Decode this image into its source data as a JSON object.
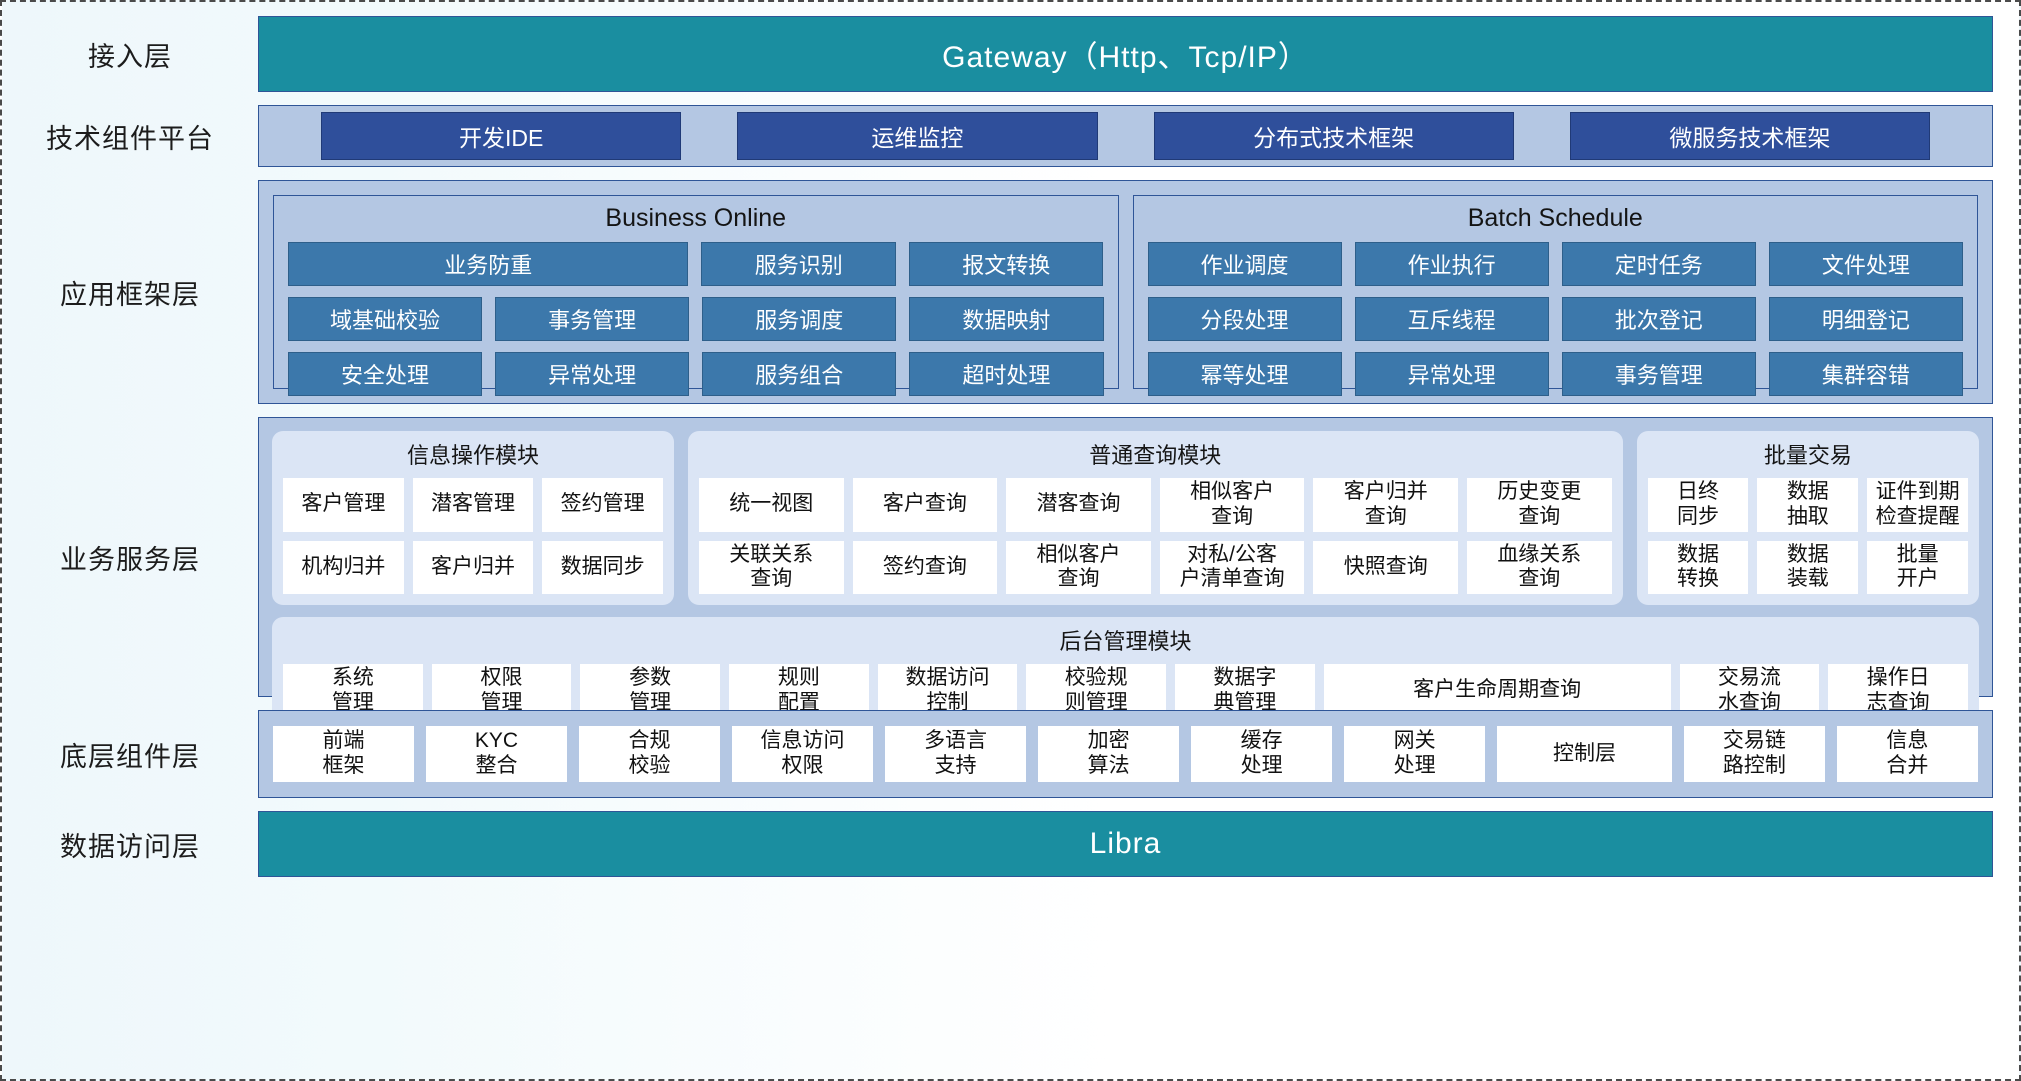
{
  "diagram": {
    "title": "Customer Information Platform Layered Architecture",
    "colors": {
      "teal": "#1a8ea0",
      "panel_blue": "#b4c7e3",
      "chip_navy": "#2f4f9b",
      "cell_blue": "#3c78ab",
      "module_bg": "#dbe5f5",
      "border": "#2f5597",
      "white_cell": "#ffffff"
    }
  },
  "layers": [
    {
      "label": "接入层"
    },
    {
      "label": "技术组件平台"
    },
    {
      "label": "应用框架层"
    },
    {
      "label": "业务服务层"
    },
    {
      "label": "底层组件层"
    },
    {
      "label": "数据访问层"
    }
  ],
  "access_layer": {
    "label": "接入层",
    "bar_text": "Gateway（Http、Tcp/IP）"
  },
  "tech_platform": {
    "label": "技术组件平台",
    "items": [
      "开发IDE",
      "运维监控",
      "分布式技术框架",
      "微服务技术框架"
    ]
  },
  "app_framework": {
    "label": "应用框架层",
    "groups": [
      {
        "title": "Business Online",
        "rows": [
          [
            {
              "text": "业务防重",
              "span": 2
            },
            {
              "text": "服务识别",
              "span": 1
            },
            {
              "text": "报文转换",
              "span": 1
            }
          ],
          [
            {
              "text": "域基础校验",
              "span": 1
            },
            {
              "text": "事务管理",
              "span": 1
            },
            {
              "text": "服务调度",
              "span": 1
            },
            {
              "text": "数据映射",
              "span": 1
            }
          ],
          [
            {
              "text": "安全处理",
              "span": 1
            },
            {
              "text": "异常处理",
              "span": 1
            },
            {
              "text": "服务组合",
              "span": 1
            },
            {
              "text": "超时处理",
              "span": 1
            }
          ]
        ]
      },
      {
        "title": "Batch Schedule",
        "rows": [
          [
            {
              "text": "作业调度",
              "span": 1
            },
            {
              "text": "作业执行",
              "span": 1
            },
            {
              "text": "定时任务",
              "span": 1
            },
            {
              "text": "文件处理",
              "span": 1
            }
          ],
          [
            {
              "text": "分段处理",
              "span": 1
            },
            {
              "text": "互斥线程",
              "span": 1
            },
            {
              "text": "批次登记",
              "span": 1
            },
            {
              "text": "明细登记",
              "span": 1
            }
          ],
          [
            {
              "text": "幂等处理",
              "span": 1
            },
            {
              "text": "异常处理",
              "span": 1
            },
            {
              "text": "事务管理",
              "span": 1
            },
            {
              "text": "集群容错",
              "span": 1
            }
          ]
        ]
      }
    ]
  },
  "business_service": {
    "label": "业务服务层",
    "modules": [
      {
        "title": "信息操作模块",
        "rows": [
          [
            "客户管理",
            "潜客管理",
            "签约管理"
          ],
          [
            "机构归并",
            "客户归并",
            "数据同步"
          ]
        ]
      },
      {
        "title": "普通查询模块",
        "rows": [
          [
            "统一视图",
            "客户查询",
            "潜客查询",
            "相似客户\n查询",
            "客户归并\n查询",
            "历史变更\n查询"
          ],
          [
            "关联关系\n查询",
            "签约查询",
            "相似客户\n查询",
            "对私/公客\n户清单查询",
            "快照查询",
            "血缘关系\n查询"
          ]
        ]
      },
      {
        "title": "批量交易",
        "rows": [
          [
            "日终\n同步",
            "数据\n抽取",
            "证件到期\n检查提醒"
          ],
          [
            "数据\n转换",
            "数据\n装载",
            "批量\n开户"
          ]
        ]
      }
    ],
    "admin_module": {
      "title": "后台管理模块",
      "items": [
        {
          "text": "系统\n管理",
          "wide": false
        },
        {
          "text": "权限\n管理",
          "wide": false
        },
        {
          "text": "参数\n管理",
          "wide": false
        },
        {
          "text": "规则\n配置",
          "wide": false
        },
        {
          "text": "数据访问\n控制",
          "wide": false
        },
        {
          "text": "校验规\n则管理",
          "wide": false
        },
        {
          "text": "数据字\n典管理",
          "wide": false
        },
        {
          "text": "客户生命周期查询",
          "wide": true
        },
        {
          "text": "交易流\n水查询",
          "wide": false
        },
        {
          "text": "操作日\n志查询",
          "wide": false
        }
      ]
    }
  },
  "component_layer": {
    "label": "底层组件层",
    "items": [
      {
        "text": "前端\n框架",
        "wide": false
      },
      {
        "text": "KYC\n整合",
        "wide": false
      },
      {
        "text": "合规\n校验",
        "wide": false
      },
      {
        "text": "信息访问\n权限",
        "wide": false
      },
      {
        "text": "多语言\n支持",
        "wide": false
      },
      {
        "text": "加密\n算法",
        "wide": false
      },
      {
        "text": "缓存\n处理",
        "wide": false
      },
      {
        "text": "网关\n处理",
        "wide": false
      },
      {
        "text": "控制层",
        "wide": true
      },
      {
        "text": "交易链\n路控制",
        "wide": false
      },
      {
        "text": "信息\n合并",
        "wide": false
      }
    ]
  },
  "data_access_layer": {
    "label": "数据访问层",
    "bar_text": "Libra"
  }
}
